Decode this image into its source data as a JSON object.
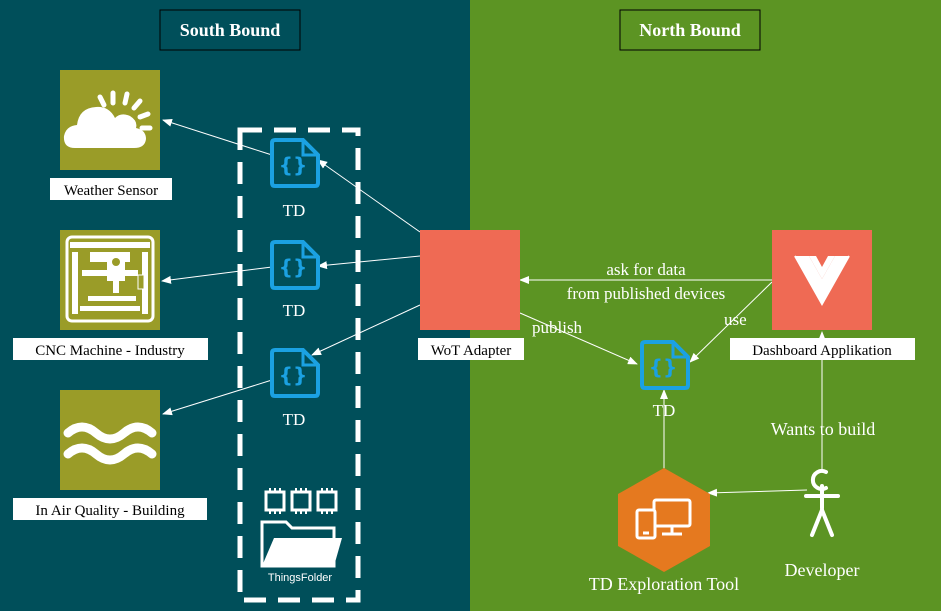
{
  "diagram": {
    "south_bound": {
      "title": "South Bound",
      "devices": [
        {
          "label": "Weather Sensor",
          "icon": "weather-cloud-sun-icon"
        },
        {
          "label": "CNC Machine - Industry",
          "icon": "cnc-machine-icon"
        },
        {
          "label": "In Air Quality - Building",
          "icon": "air-waves-icon"
        }
      ],
      "td_docs": [
        "TD",
        "TD",
        "TD"
      ],
      "things_folder": "ThingsFolder"
    },
    "north_bound": {
      "title": "North Bound",
      "wot_adapter": "WoT Adapter",
      "dashboard": "Dashboard  Applikation",
      "td": "TD",
      "exploration_tool": "TD Exploration Tool",
      "developer": "Developer"
    },
    "edges": {
      "ask_line1": "ask for data",
      "ask_line2": "from published devices",
      "publish": "publish",
      "use": "use",
      "wants_to_build": "Wants to build"
    },
    "colors": {
      "south_bg": "#004f5a",
      "north_bg": "#5c9423",
      "device_tile": "#9a9c28",
      "accent": "#ef6a54",
      "td_icon": "#1ba1e2",
      "orange": "#e5791f"
    }
  }
}
